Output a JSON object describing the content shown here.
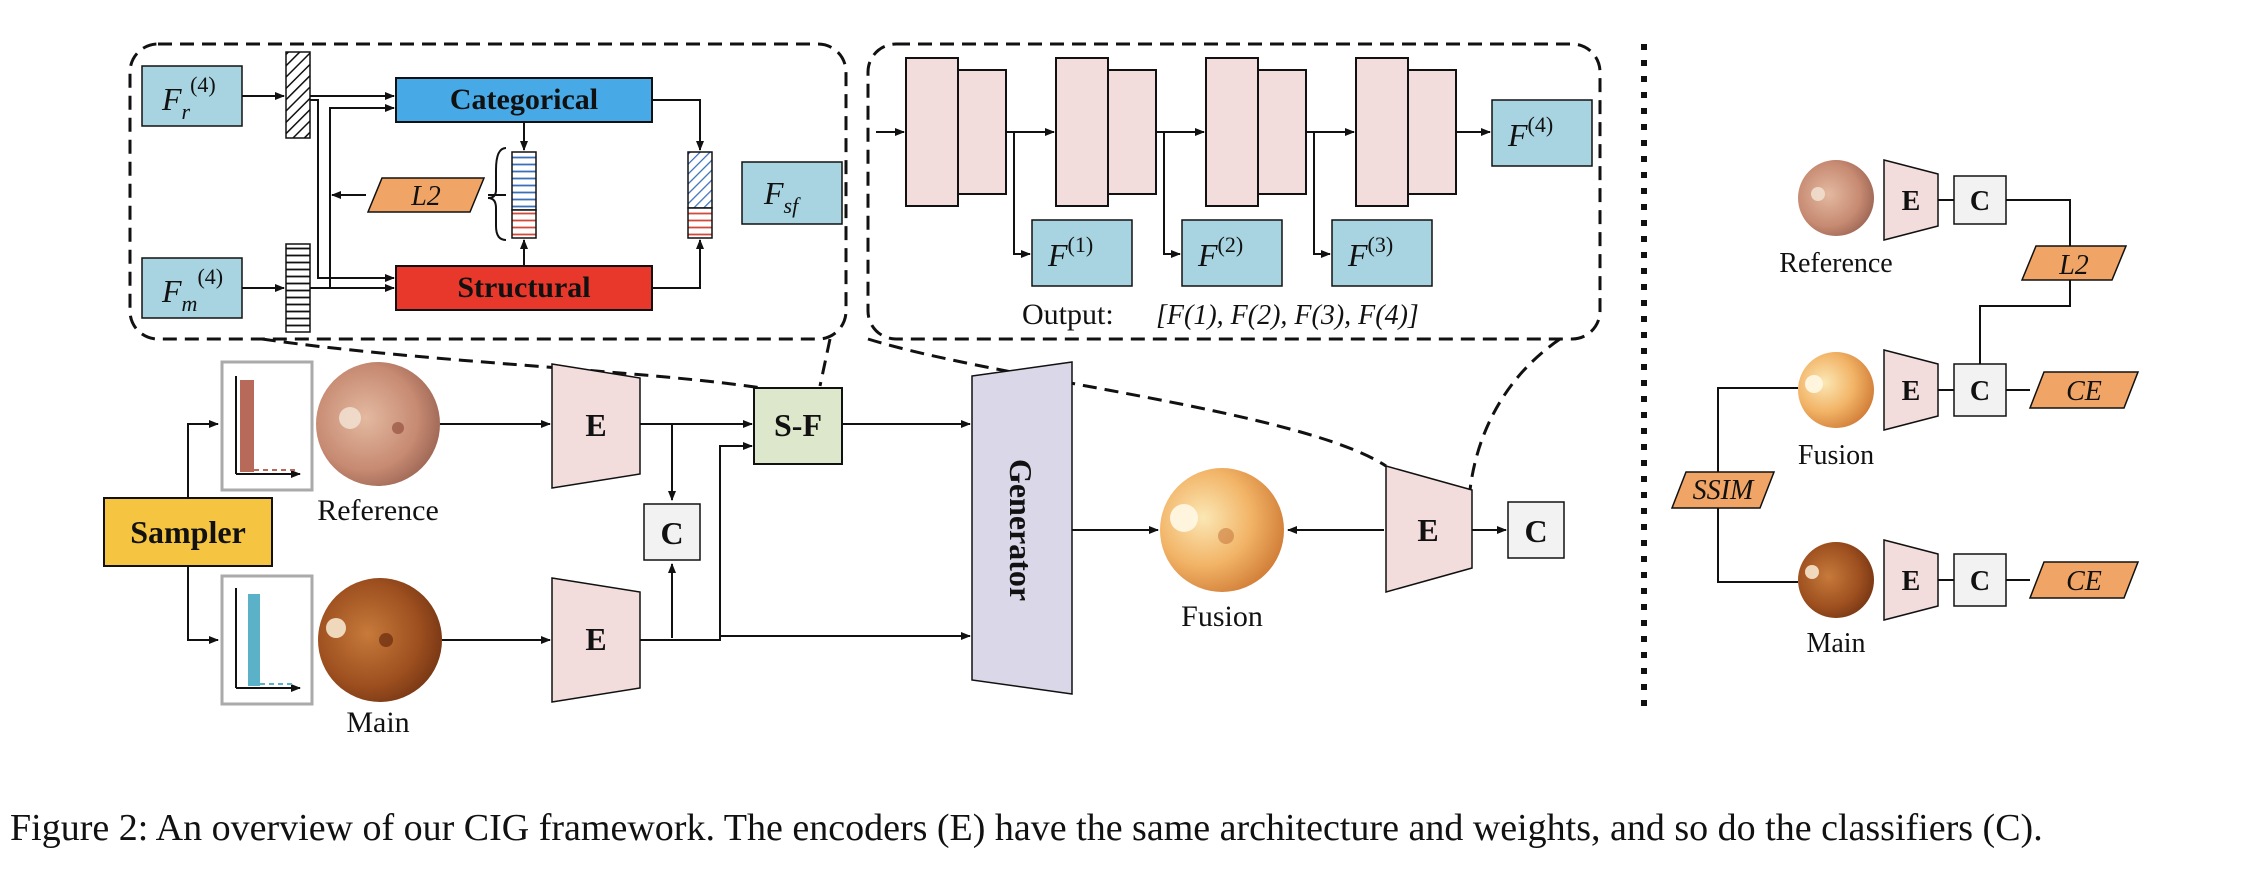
{
  "caption": "Figure 2: An overview of our CIG framework. The encoders (E) have the same architecture and weights, and so do the classifiers (C).",
  "module_panel": {
    "categorical_label": "Categorical",
    "structural_label": "Structural",
    "l2_label": "L2",
    "fr_base": "F",
    "fr_sub": "r",
    "fr_sup": "(4)",
    "fm_base": "F",
    "fm_sub": "m",
    "fm_sup": "(4)",
    "fsf_base": "F",
    "fsf_sub": "sf"
  },
  "encoder_panel": {
    "f1_base": "F",
    "f1_sup": "(1)",
    "f2_base": "F",
    "f2_sup": "(2)",
    "f3_base": "F",
    "f3_sup": "(3)",
    "f4_base": "F",
    "f4_sup": "(4)",
    "output_label": "Output:",
    "output_list": "[F(1), F(2), F(3), F(4)]"
  },
  "pipeline": {
    "sampler_label": "Sampler",
    "reference_label": "Reference",
    "main_label": "Main",
    "encoder_letter": "E",
    "classifier_letter": "C",
    "sf_label": "S-F",
    "generator_label": "Generator",
    "fusion_label": "Fusion"
  },
  "loss_panel": {
    "reference_label": "Reference",
    "fusion_label": "Fusion",
    "main_label": "Main",
    "encoder_letter": "E",
    "classifier_letter": "C",
    "l2_label": "L2",
    "ce_label_1": "CE",
    "ce_label_2": "CE",
    "ssim_label": "SSIM"
  },
  "colors": {
    "categorical_blue": "#47a9e6",
    "structural_red": "#e8382b",
    "feature_box": "#a7d4e0",
    "loss_orange": "#f0a566",
    "sampler_yellow": "#f5c542",
    "sf_green": "#dde7cc",
    "generator_lavender": "#d9d7e8",
    "encoder_pink": "#f3dcdc",
    "classifier_gray": "#f2f2f2"
  }
}
